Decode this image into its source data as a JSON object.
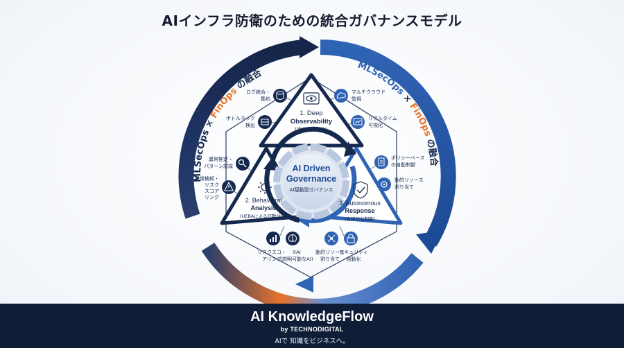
{
  "title": "AIインフラ防衛のための統合ガバナンスモデル",
  "arc_labels": {
    "left": [
      "MLSecOps",
      " × ",
      "FinOps",
      " の融合"
    ],
    "right": [
      "MLSecOps",
      " × ",
      "FinOps",
      " の融合"
    ]
  },
  "center": {
    "line1": "AI Driven",
    "line2": "Governance",
    "sub": "AI駆動型ガバナンス"
  },
  "nodes": {
    "top": {
      "title1": "1. Deep",
      "title2": "Observability",
      "sub": "(完全な可視化)"
    },
    "left": {
      "title1": "2. Behavioral",
      "title2": "Analysis",
      "sub": "(UEBAによる行動分析)"
    },
    "right": {
      "title1": "3. Autonomous",
      "title2": "Response",
      "sub": "(自律的な制御)"
    }
  },
  "items": {
    "log": [
      "ログ統合・",
      "集約"
    ],
    "bottleneck": [
      "ボトルネック",
      "検出"
    ],
    "multicloud": [
      "マルチクラウド",
      "監視"
    ],
    "realtime": [
      "リアルタイム",
      "可視化"
    ],
    "anomaly_est": [
      "異常推定・",
      "パターン認識"
    ],
    "risk_left": [
      "異常検知・",
      "リスク",
      "スコア",
      "リング"
    ],
    "policy": [
      "ポリシーベース",
      "の自動制御"
    ],
    "dyn_right": [
      "動的リソース",
      "割り当て"
    ],
    "risk_bottom": [
      "リスクスコ・",
      "アリング"
    ],
    "xai": [
      "XAI",
      "(説明可能なAI)"
    ],
    "dyn_bottom": [
      "動的リソース",
      "割り当て"
    ],
    "security": [
      "セキュリティ",
      "自動化"
    ]
  },
  "colors": {
    "navy": "#15294f",
    "blue": "#2f63b3",
    "orange": "#e8732a",
    "deep": "#0f1d37"
  },
  "footer": {
    "brand": "AI KnowledgeFlow",
    "by": "by TECHNODIGITAL",
    "tagline": "AIで 知識をビジネスへ。"
  }
}
